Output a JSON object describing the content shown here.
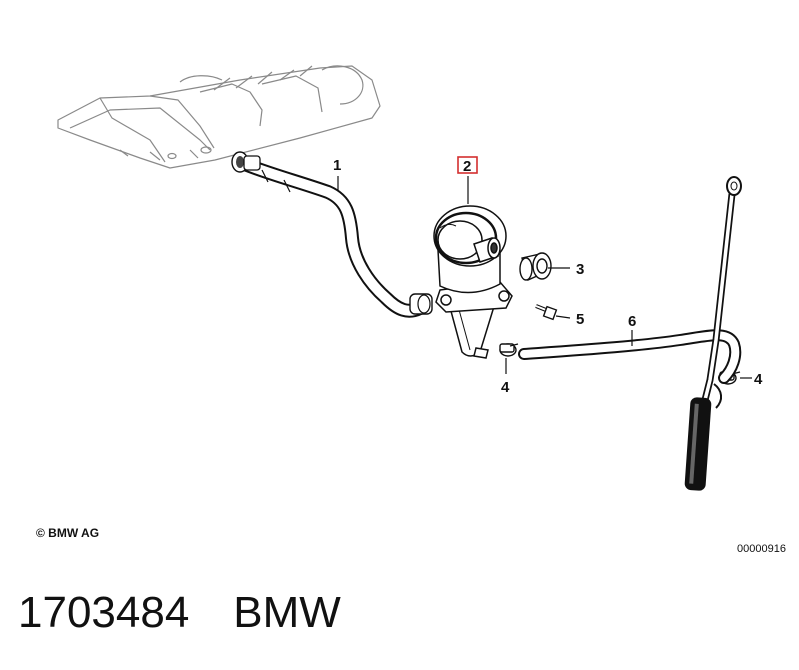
{
  "callouts": {
    "item_1": "1",
    "item_2": "2",
    "item_3": "3",
    "item_4a": "4",
    "item_4b": "4",
    "item_5": "5",
    "item_6": "6"
  },
  "highlight_color": "#d32f2f",
  "copyright": "© BMW AG",
  "drawing_number": "00000916",
  "caption": {
    "part_number": "1703484",
    "brand": "BMW"
  }
}
